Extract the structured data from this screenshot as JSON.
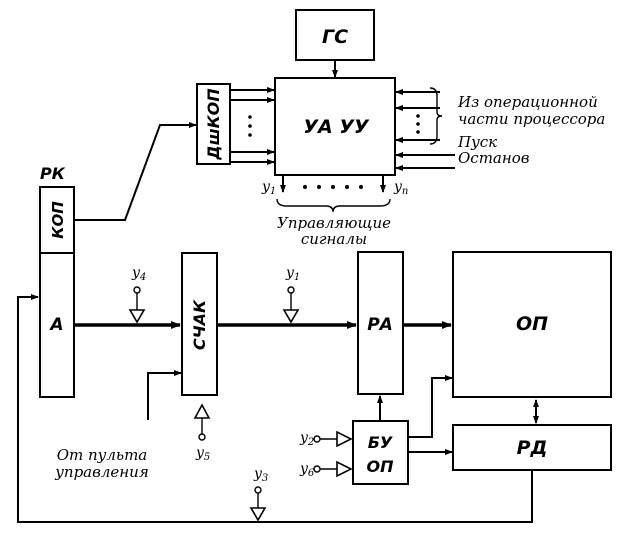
{
  "blocks": {
    "gs": "ГС",
    "uauu": "УА УУ",
    "dshkop": "ДшКОП",
    "rk": "РК",
    "kop": "КОП",
    "a": "А",
    "schak": "СЧАК",
    "ra": "РА",
    "op": "ОП",
    "rd": "РД",
    "buop_line1": "БУ",
    "buop_line2": "ОП"
  },
  "labels": {
    "from_op_line1": "Из операционной",
    "from_op_line2": "части процессора",
    "pusk": "Пуск",
    "ostanov": "Останов",
    "ctrl_line1": "Управляющие",
    "ctrl_line2": "сигналы",
    "panel_line1": "От пульта",
    "panel_line2": "управления"
  },
  "signals": {
    "y1": "y",
    "y1_sub": "1",
    "yn": "y",
    "yn_sub": "n",
    "y4": "y",
    "y4_sub": "4",
    "y1b": "y",
    "y1b_sub": "1",
    "y5": "y",
    "y5_sub": "5",
    "y2": "y",
    "y2_sub": "2",
    "y6": "y",
    "y6_sub": "6",
    "y3": "y",
    "y3_sub": "3"
  }
}
